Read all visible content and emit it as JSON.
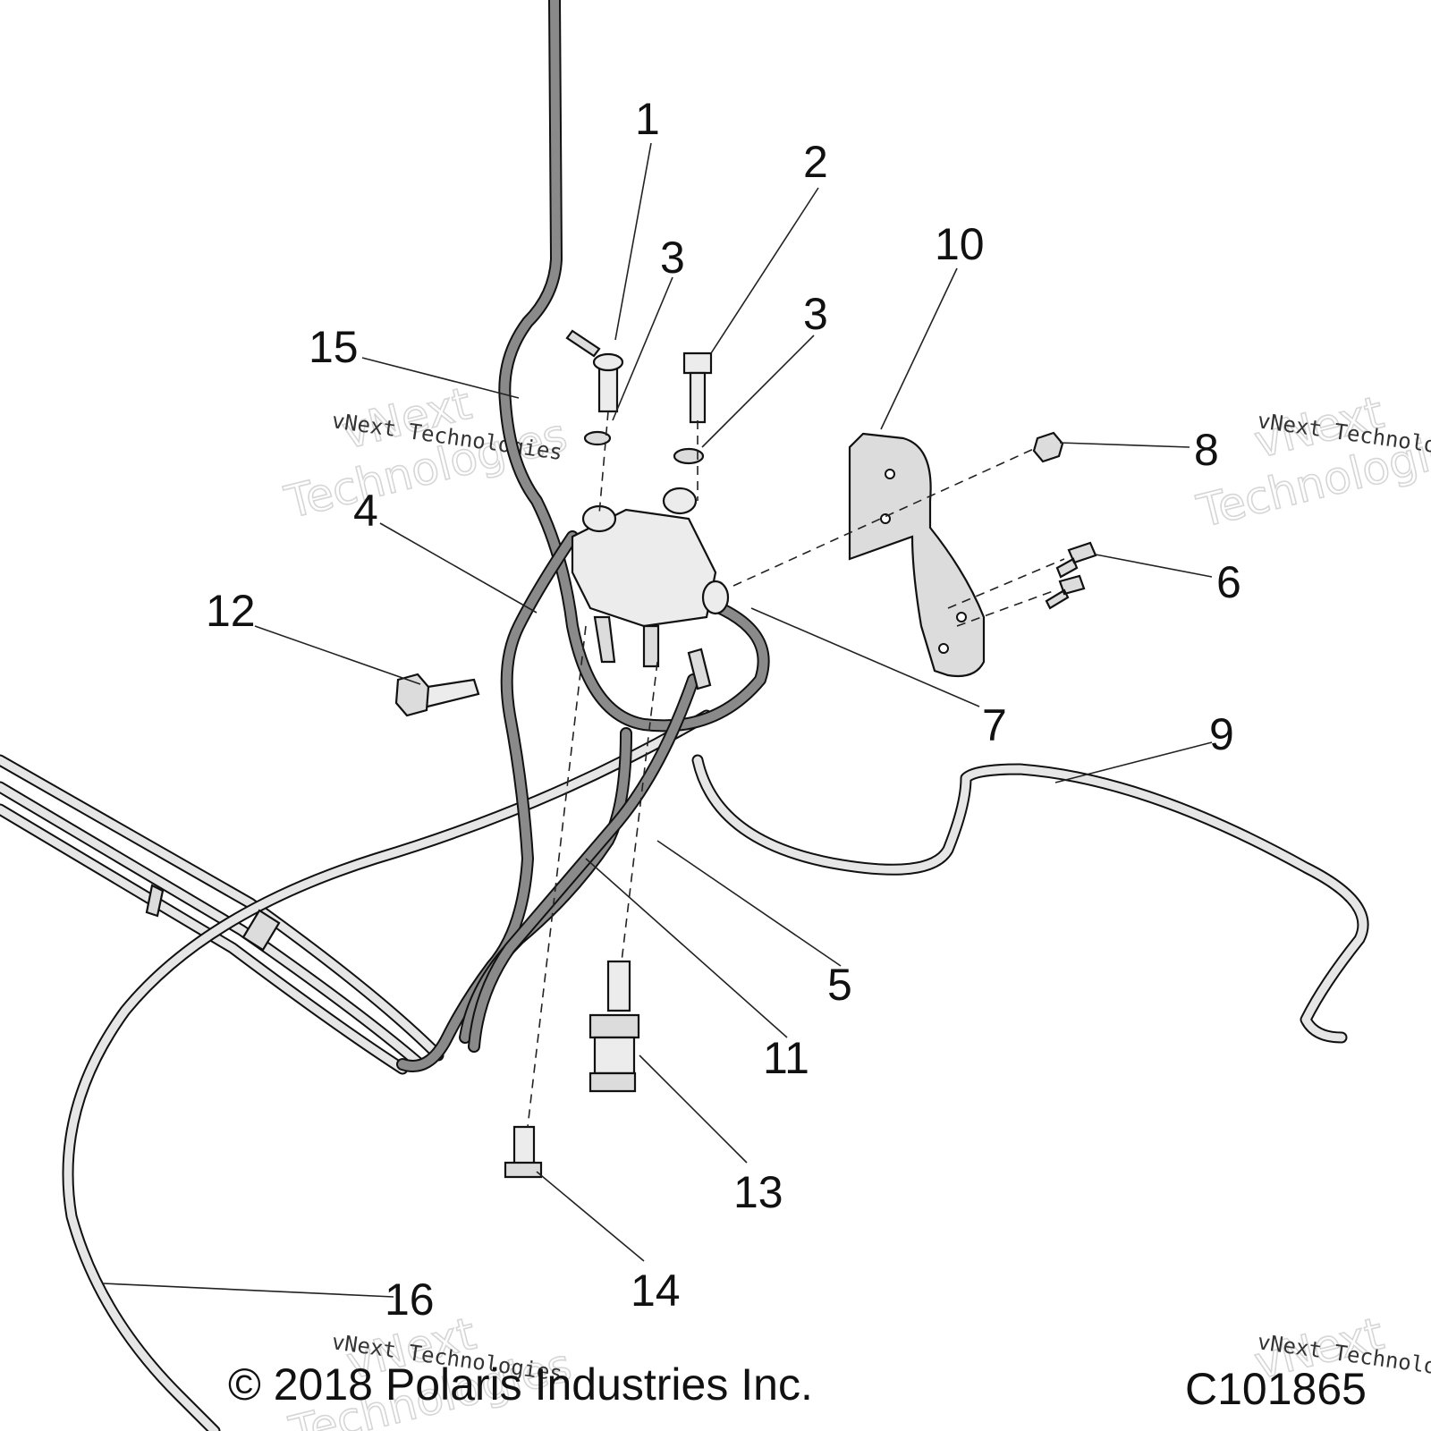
{
  "diagram": {
    "callouts": [
      {
        "label": "1"
      },
      {
        "label": "2"
      },
      {
        "label": "3"
      },
      {
        "label": "3"
      },
      {
        "label": "4"
      },
      {
        "label": "5"
      },
      {
        "label": "6"
      },
      {
        "label": "7"
      },
      {
        "label": "8"
      },
      {
        "label": "9"
      },
      {
        "label": "10"
      },
      {
        "label": "11"
      },
      {
        "label": "12"
      },
      {
        "label": "13"
      },
      {
        "label": "14"
      },
      {
        "label": "15"
      },
      {
        "label": "16"
      }
    ],
    "copyright": "© 2018 Polaris Industries Inc.",
    "drawing_id": "C101865",
    "watermark": {
      "big_line1": "vNext",
      "big_line2": "Technologies",
      "small": "vNext Technologies"
    }
  }
}
